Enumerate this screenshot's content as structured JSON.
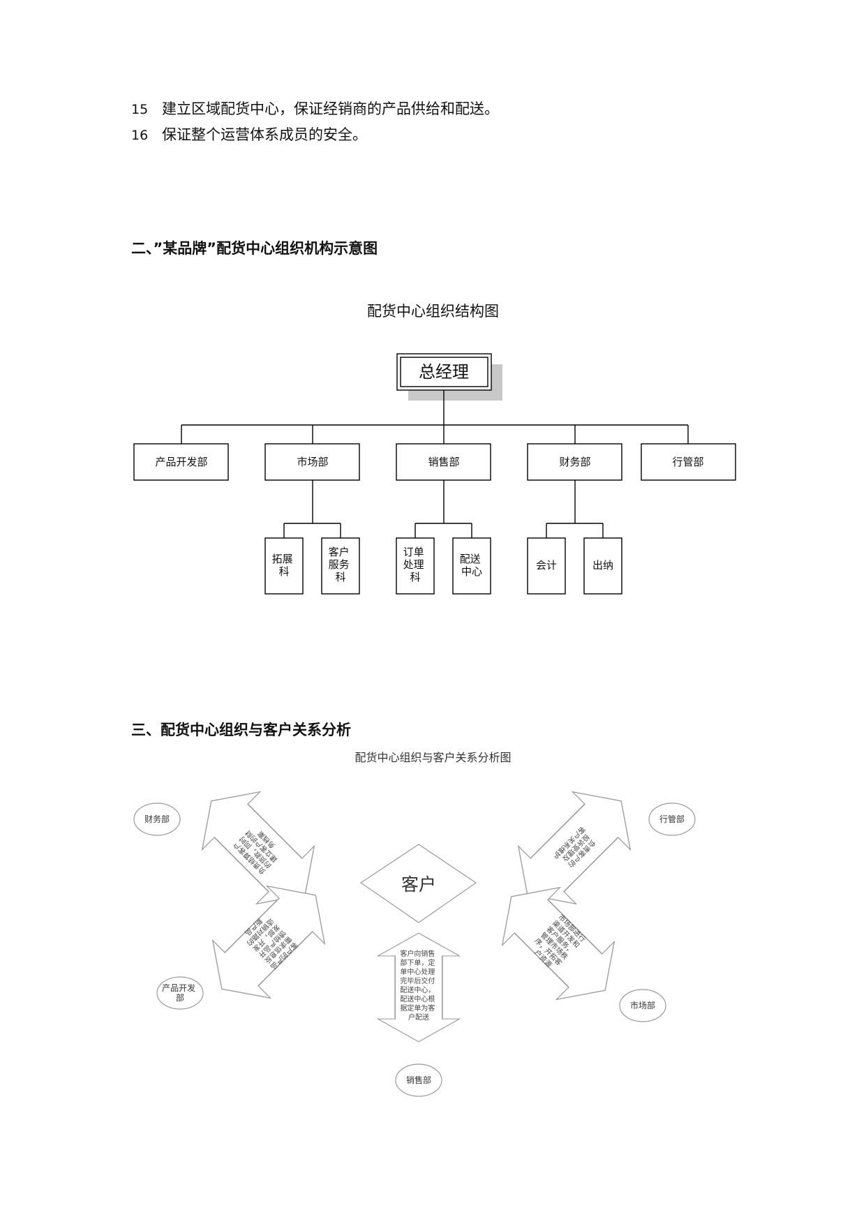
{
  "list": [
    {
      "num": "15",
      "text": "建立区域配货中心，保证经销商的产品供给和配送。"
    },
    {
      "num": "16",
      "text": "保证整个运营体系成员的安全。"
    }
  ],
  "section2": {
    "heading": "二、”某品牌”配货中心组织机构示意图"
  },
  "org_chart": {
    "title": "配货中心组织结构图",
    "root": "总经理",
    "departments": [
      "产品开发部",
      "市场部",
      "销售部",
      "财务部",
      "行管部"
    ],
    "subunits": [
      {
        "lines": [
          "拓展",
          "科"
        ]
      },
      {
        "lines": [
          "客户",
          "服务",
          "科"
        ]
      },
      {
        "lines": [
          "订单",
          "处理",
          "科"
        ]
      },
      {
        "lines": [
          "配送",
          "中心"
        ]
      },
      {
        "lines": [
          "会计"
        ]
      },
      {
        "lines": [
          "出纳"
        ]
      }
    ]
  },
  "section3": {
    "heading": "三、配货中心组织与客户关系分析"
  },
  "relation_diagram": {
    "title": "配货中心组织与客户关系分析图",
    "center": "客户",
    "nodes": {
      "finance": "财务部",
      "admin": "行管部",
      "product": [
        "产品开发",
        "部"
      ],
      "market": "市场部",
      "sales": "销售部"
    },
    "arrow_texts": {
      "finance": [
        "负责结算客户",
        "的货款，同时",
        "建立客户的财",
        "务档案"
      ],
      "admin": [
        "负责客户的",
        "投诉受理及",
        "客户关系维护"
      ],
      "product": [
        "客户的产品",
        "需求信息反",
        "馈给产品开",
        "发部，开发",
        "适销对路的",
        "新产品"
      ],
      "market": [
        "市场部进行",
        "渠道开发和",
        "客户服务，",
        "管理市场秩",
        "序，开拓客",
        "户资源"
      ],
      "sales": [
        "客户向销售",
        "部下单，定",
        "单中心处理",
        "完毕后交付",
        "配送中心，",
        "配送中心根",
        "据定单为客",
        "户配送"
      ]
    }
  }
}
